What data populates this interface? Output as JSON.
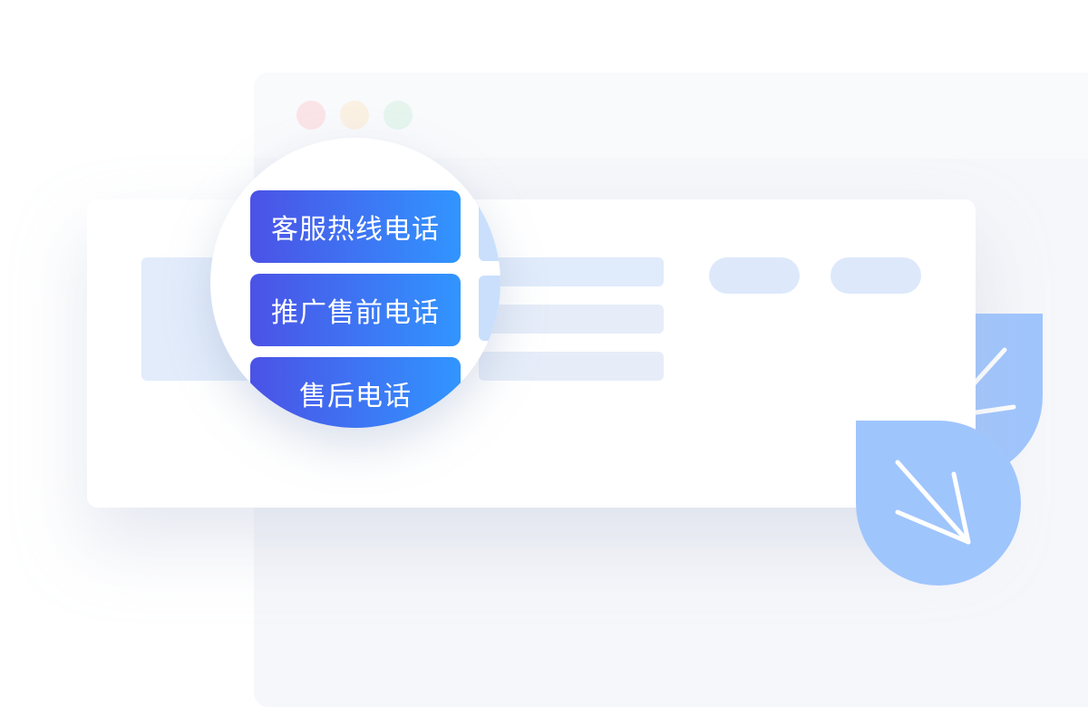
{
  "magnifier": {
    "menu_items": [
      {
        "label": "客服热线电话"
      },
      {
        "label": "推广售前电话"
      },
      {
        "label": "售后电话"
      }
    ]
  },
  "colors": {
    "accent_start": "#4b52e6",
    "accent_end": "#3195ff",
    "leaf": "#9fc5fd",
    "dot_red": "#fbe4e7",
    "dot_yellow": "#faf1e3",
    "dot_green": "#e5f5ee"
  },
  "icons": [
    "arrow-down-right-icon",
    "arrow-down-left-icon"
  ]
}
